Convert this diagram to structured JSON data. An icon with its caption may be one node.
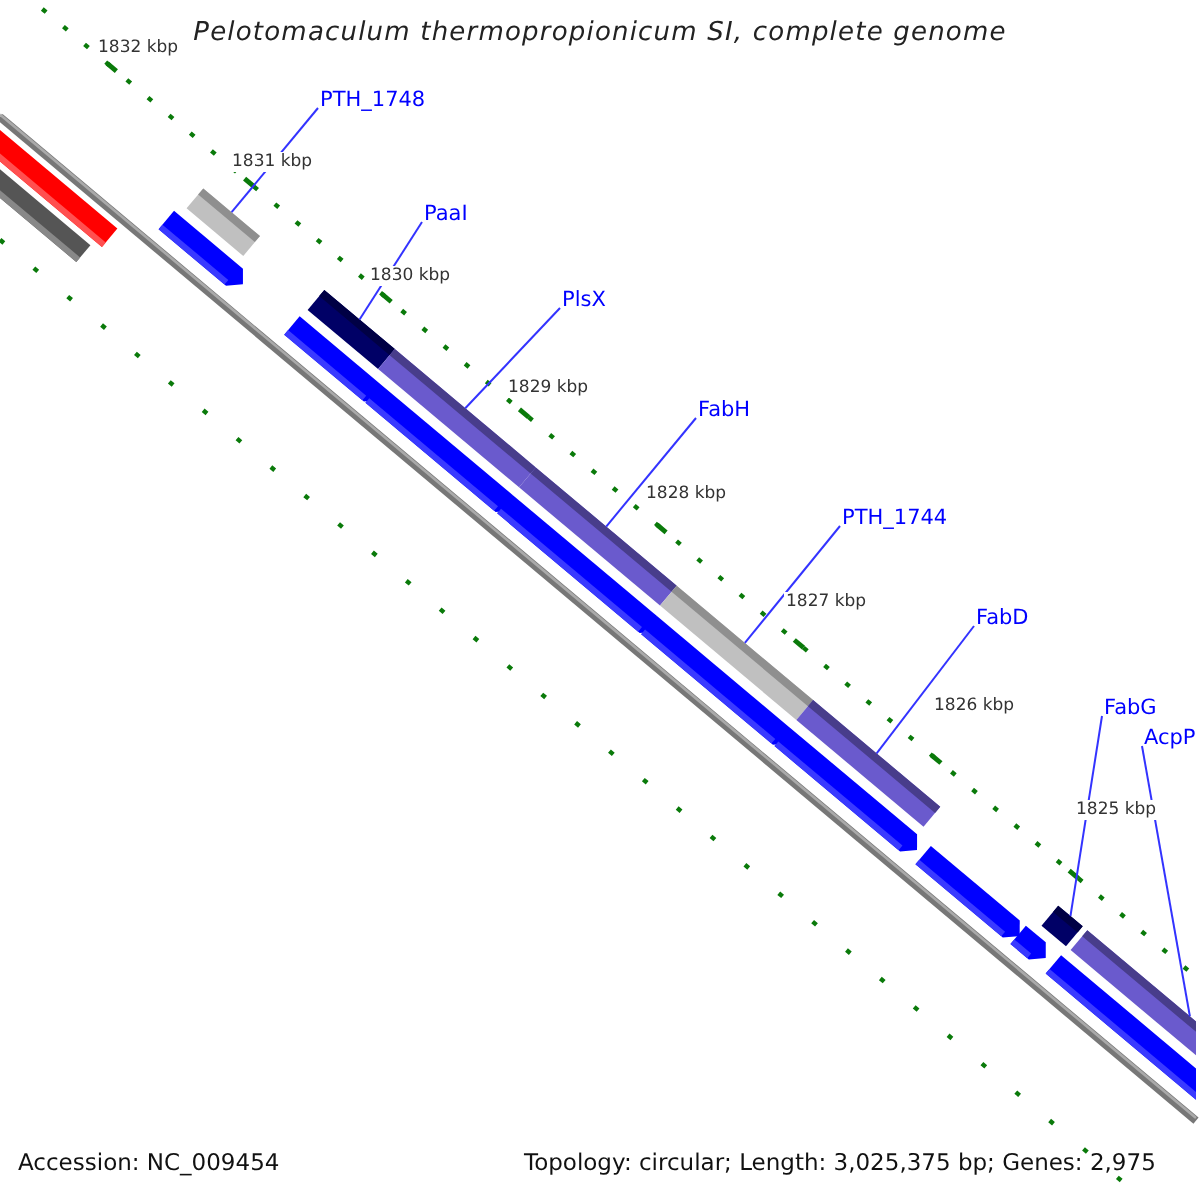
{
  "diagram": {
    "title": "Pelotomaculum thermopropionicum SI, complete genome",
    "nodes": [
      {
        "text": [
          "PTH_1748"
        ]
      },
      {
        "text": [
          "PaaI"
        ]
      },
      {
        "text": [
          "PlsX"
        ]
      },
      {
        "text": [
          "FabH"
        ]
      },
      {
        "text": [
          "PTH_1744"
        ]
      },
      {
        "text": [
          "FabD"
        ]
      },
      {
        "text": [
          "FabG"
        ]
      },
      {
        "text": [
          "AcpP"
        ]
      },
      {
        "text": [],
        "shape": "bar"
      },
      {
        "text": [],
        "shape": "bar"
      },
      {
        "text": [],
        "shape": "bar"
      },
      {
        "text": [],
        "shape": "bar"
      },
      {
        "text": [],
        "shape": "bar"
      },
      {
        "text": [],
        "shape": "bar"
      },
      {
        "text": [],
        "shape": "bar"
      },
      {
        "text": [],
        "shape": "bar"
      }
    ],
    "edges": [
      {
        "from": 0,
        "to": 8,
        "arrow": "none"
      },
      {
        "from": 1,
        "to": 9,
        "arrow": "none"
      },
      {
        "from": 2,
        "to": 10,
        "arrow": "none"
      },
      {
        "from": 3,
        "to": 11,
        "arrow": "none"
      },
      {
        "from": 4,
        "to": 12,
        "arrow": "none"
      },
      {
        "from": 5,
        "to": 13,
        "arrow": "none"
      },
      {
        "from": 6,
        "to": 14,
        "arrow": "none"
      },
      {
        "from": 7,
        "to": 15,
        "arrow": "none"
      }
    ],
    "labels": [
      "1832 kbp",
      "1831 kbp",
      "1830 kbp",
      "1829 kbp",
      "1828 kbp",
      "1827 kbp",
      "1826 kbp",
      "1825 kbp",
      "Accession: NC_009454",
      "Topology: circular; Length: 3,025,375 bp; Genes: 2,975"
    ]
  }
}
